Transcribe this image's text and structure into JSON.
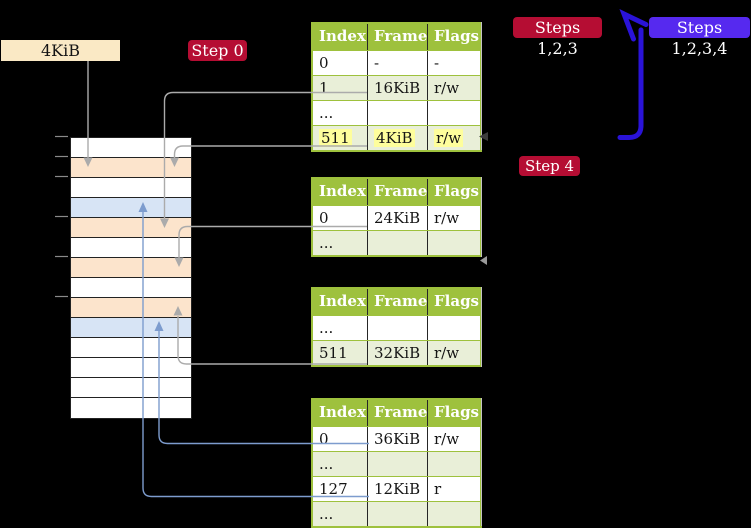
{
  "labels": {
    "page_box": "4KiB",
    "step0": "Step 0",
    "steps123": "Steps 1,2,3",
    "steps1234": "Steps 1,2,3,4",
    "step4": "Step 4"
  },
  "colors": {
    "badge_red": "#B50D33",
    "badge_blue": "#5629EF",
    "arrow_blue": "#2A13D8",
    "connector_gray": "#ABABAB",
    "connector_blue": "#7D9CCE",
    "table_green": "#9EC13D",
    "row_light_green": "#E9EFD8",
    "highlight_yellow": "#FEFE9C",
    "page_box_cream": "#FAE9C5",
    "strip_peach": "#FCE4CC",
    "strip_blue": "#D7E4F5"
  },
  "tables": [
    {
      "headers": [
        "Index",
        "Frame",
        "Flags"
      ],
      "rows": [
        {
          "cells": [
            "0",
            "-",
            "-"
          ],
          "shade": false,
          "highlight": false
        },
        {
          "cells": [
            "1",
            "16KiB",
            "r/w"
          ],
          "shade": true,
          "highlight": false
        },
        {
          "cells": [
            "...",
            "",
            ""
          ],
          "shade": false,
          "highlight": false
        },
        {
          "cells": [
            "511",
            "4KiB",
            "r/w"
          ],
          "shade": true,
          "highlight": true
        }
      ]
    },
    {
      "headers": [
        "Index",
        "Frame",
        "Flags"
      ],
      "rows": [
        {
          "cells": [
            "0",
            "24KiB",
            "r/w"
          ],
          "shade": false,
          "highlight": false
        },
        {
          "cells": [
            "...",
            "",
            ""
          ],
          "shade": true,
          "highlight": false
        }
      ]
    },
    {
      "headers": [
        "Index",
        "Frame",
        "Flags"
      ],
      "rows": [
        {
          "cells": [
            "...",
            "",
            ""
          ],
          "shade": false,
          "highlight": false
        },
        {
          "cells": [
            "511",
            "32KiB",
            "r/w"
          ],
          "shade": true,
          "highlight": false
        }
      ]
    },
    {
      "headers": [
        "Index",
        "Frame",
        "Flags"
      ],
      "rows": [
        {
          "cells": [
            "0",
            "36KiB",
            "r/w"
          ],
          "shade": false,
          "highlight": false
        },
        {
          "cells": [
            "...",
            "",
            ""
          ],
          "shade": true,
          "highlight": false
        },
        {
          "cells": [
            "127",
            "12KiB",
            "r"
          ],
          "shade": false,
          "highlight": false
        },
        {
          "cells": [
            "...",
            "",
            ""
          ],
          "shade": true,
          "highlight": false
        }
      ]
    }
  ],
  "memory_strip": {
    "row_colors": [
      "white",
      "peach",
      "white",
      "blue",
      "peach",
      "white",
      "peach",
      "white",
      "peach",
      "blue",
      "white",
      "white",
      "white",
      "white"
    ]
  }
}
